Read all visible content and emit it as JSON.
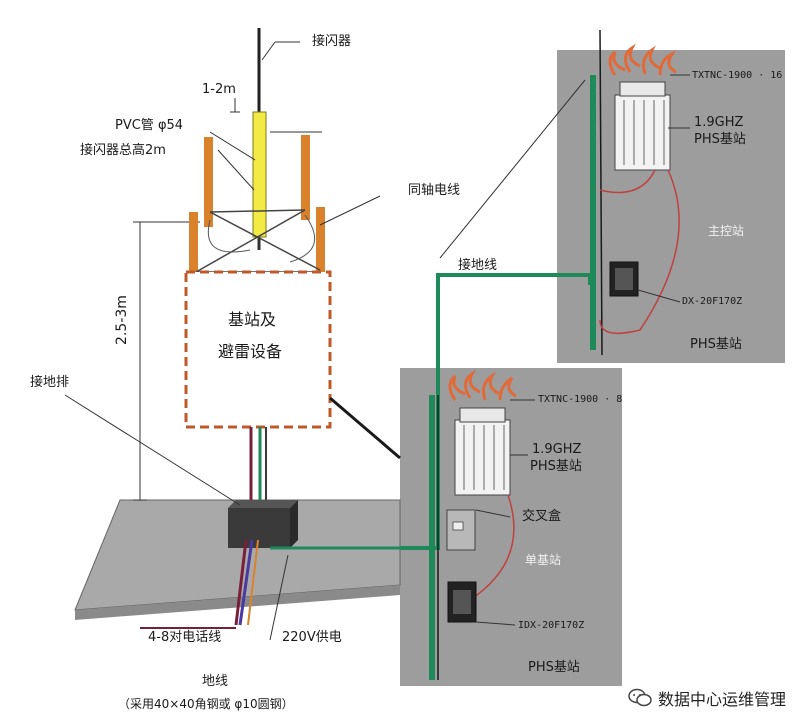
{
  "labels": {
    "lightning_rod": "接闪器",
    "rod_length": "1-2m",
    "pvc_pipe": "PVC管 φ54",
    "rod_total_height": "接闪器总高2m",
    "coax_cable": "同轴电线",
    "height_range": "2.5-3m",
    "ground_bar": "接地排",
    "box_line1": "基站及",
    "box_line2": "避雷设备",
    "ground_wire_top": "接地线",
    "phone_lines": "4-8对电话线",
    "power_220v": "220V供电",
    "ground_line": "地线",
    "ground_note": "（采用40×40角钢或 φ10圆钢）"
  },
  "panel_upper": {
    "antenna_model": "TXTNC-1900 · 16",
    "freq": "1.9GHZ",
    "station": "PHS基站",
    "station_name": "主控站",
    "protector": "DX-20F170Z",
    "caption": "PHS基站"
  },
  "panel_lower": {
    "antenna_model": "TXTNC-1900 · 8",
    "freq": "1.9GHZ",
    "station": "PHS基站",
    "crossbox": "交叉盒",
    "station_name": "单基站",
    "protector": "IDX-20F170Z",
    "caption": "PHS基站"
  },
  "watermark": {
    "text": "数据中心运维管理",
    "icon": "wechat-icon"
  },
  "colors": {
    "panel": "#9a9a9a",
    "ground_green": "#1e8a5a",
    "box_border": "#c0582a",
    "antenna_orange": "#d9822b",
    "pvc_yellow": "#f3ea45",
    "platform": "#a8a8a8"
  }
}
